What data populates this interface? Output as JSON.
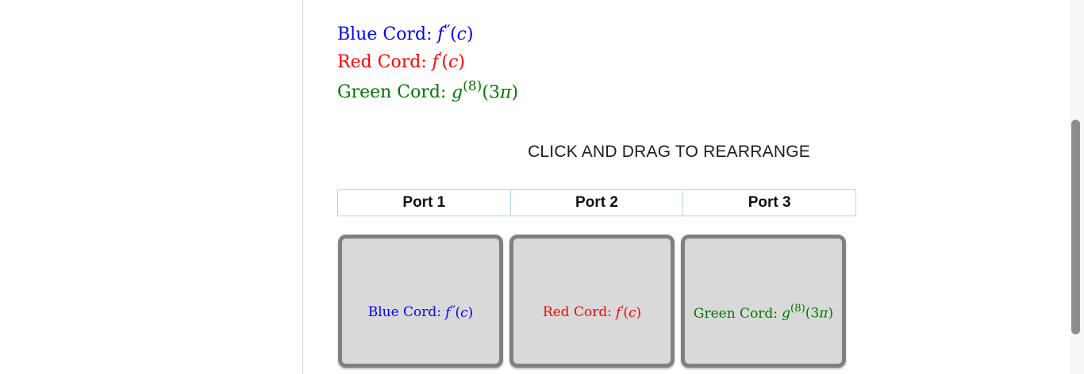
{
  "heading": {
    "text": "CLICK AND DRAG TO REARRANGE"
  },
  "ports": {
    "border_color": "#add8e6",
    "columns": [
      {
        "label": "Port 1"
      },
      {
        "label": "Port 2"
      },
      {
        "label": "Port 3"
      }
    ]
  },
  "cords": [
    {
      "name": "Blue Cord:",
      "fn": "f",
      "sup": "′′",
      "open": "(",
      "coeff": "",
      "var": "c",
      "close": ")",
      "color": "#0000ff"
    },
    {
      "name": "Red Cord:",
      "fn": "f",
      "sup": "′",
      "open": "(",
      "coeff": "",
      "var": "c",
      "close": ")",
      "color": "#ff0000"
    },
    {
      "name": "Green Cord:",
      "fn": "g",
      "sup": "(8)",
      "open": "(",
      "coeff": "3",
      "var": "π",
      "close": ")",
      "color": "#007700"
    }
  ],
  "drag_boxes": {
    "fill_color": "#d9d9d9",
    "border_color": "#808080",
    "order": [
      "Blue Cord",
      "Red Cord",
      "Green Cord"
    ]
  },
  "scrollbar": {
    "track_color": "#f7f7f7",
    "thumb_color": "#8d8d8d"
  }
}
